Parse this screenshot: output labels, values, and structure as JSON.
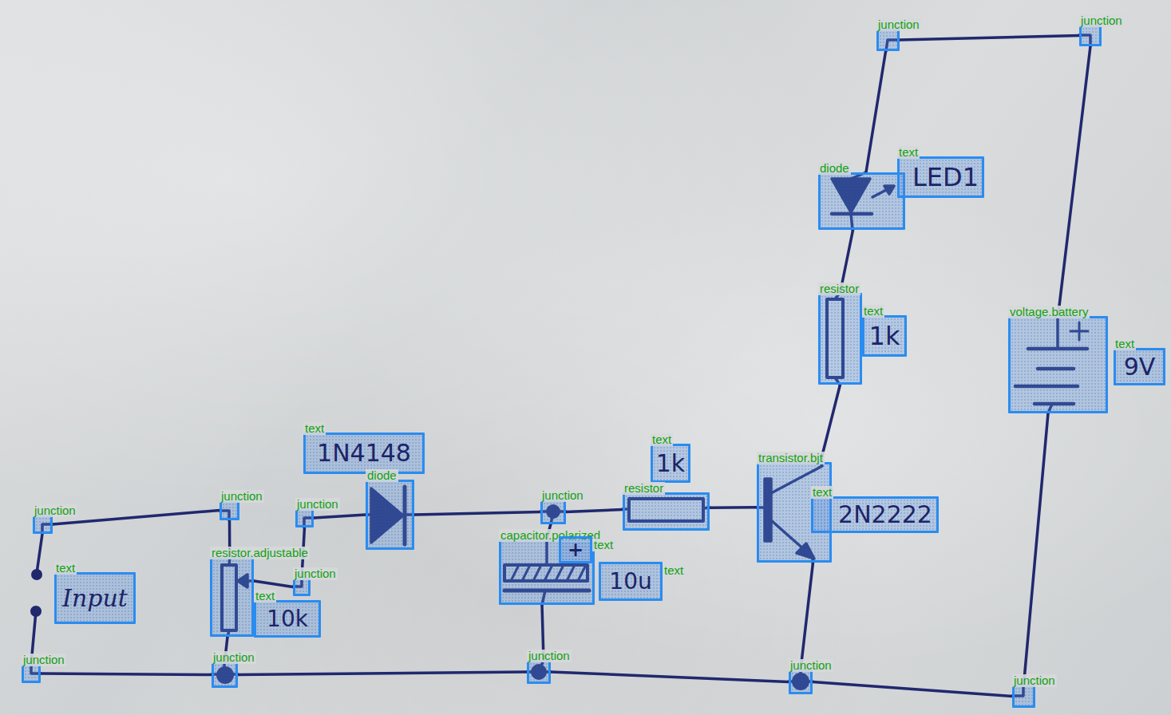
{
  "diagram": {
    "nodes": [
      {
        "text": [
          "junction"
        ]
      },
      {
        "text": [
          "junction"
        ]
      },
      {
        "text": [
          "diode"
        ]
      },
      {
        "text": [
          "text",
          "LED1"
        ]
      },
      {
        "text": [
          "resistor"
        ]
      },
      {
        "text": [
          "text",
          "1k"
        ]
      },
      {
        "text": [
          "voltage.battery"
        ]
      },
      {
        "text": [
          "text",
          "9V"
        ]
      },
      {
        "text": [
          "text",
          "1N4148"
        ]
      },
      {
        "text": [
          "diode"
        ]
      },
      {
        "text": [
          "text",
          "1k"
        ]
      },
      {
        "text": [
          "resistor"
        ]
      },
      {
        "text": [
          "transistor.bjt"
        ]
      },
      {
        "text": [
          "text",
          "2N2222"
        ]
      },
      {
        "text": [
          "junction"
        ]
      },
      {
        "text": [
          "junction"
        ]
      },
      {
        "text": [
          "junction"
        ]
      },
      {
        "text": [
          "junction"
        ]
      },
      {
        "text": [
          "capacitor.polarized"
        ]
      },
      {
        "text": [
          "text",
          "+"
        ]
      },
      {
        "text": [
          "text",
          "10u"
        ]
      },
      {
        "text": [
          "resistor.adjustable"
        ]
      },
      {
        "text": [
          "junction"
        ]
      },
      {
        "text": [
          "text",
          "10k"
        ]
      },
      {
        "text": [
          "text",
          "Input"
        ]
      },
      {
        "text": [
          "junction"
        ]
      },
      {
        "text": [
          "junction"
        ]
      },
      {
        "text": [
          "junction"
        ]
      },
      {
        "text": [
          "junction"
        ]
      },
      {
        "text": [
          "junction"
        ]
      }
    ],
    "edges": [
      {
        "from": 14,
        "to": 15,
        "arrow": "none"
      },
      {
        "from": 15,
        "to": 21,
        "arrow": "none"
      },
      {
        "from": 21,
        "to": 26,
        "arrow": "none"
      },
      {
        "from": 21,
        "to": 22,
        "arrow": "none"
      },
      {
        "from": 22,
        "to": 16,
        "arrow": "none"
      },
      {
        "from": 16,
        "to": 9,
        "arrow": "none"
      },
      {
        "from": 9,
        "to": 17,
        "arrow": "none"
      },
      {
        "from": 17,
        "to": 11,
        "arrow": "none"
      },
      {
        "from": 11,
        "to": 12,
        "arrow": "none"
      },
      {
        "from": 17,
        "to": 18,
        "arrow": "none"
      },
      {
        "from": 18,
        "to": 27,
        "arrow": "none"
      },
      {
        "from": 25,
        "to": 26,
        "arrow": "none"
      },
      {
        "from": 26,
        "to": 27,
        "arrow": "none"
      },
      {
        "from": 27,
        "to": 28,
        "arrow": "none"
      },
      {
        "from": 28,
        "to": 29,
        "arrow": "none"
      },
      {
        "from": 12,
        "to": 28,
        "arrow": "none"
      },
      {
        "from": 12,
        "to": 4,
        "arrow": "none"
      },
      {
        "from": 4,
        "to": 2,
        "arrow": "none"
      },
      {
        "from": 2,
        "to": 0,
        "arrow": "none"
      },
      {
        "from": 0,
        "to": 1,
        "arrow": "none"
      },
      {
        "from": 1,
        "to": 6,
        "arrow": "none"
      },
      {
        "from": 6,
        "to": 29,
        "arrow": "none"
      }
    ]
  }
}
